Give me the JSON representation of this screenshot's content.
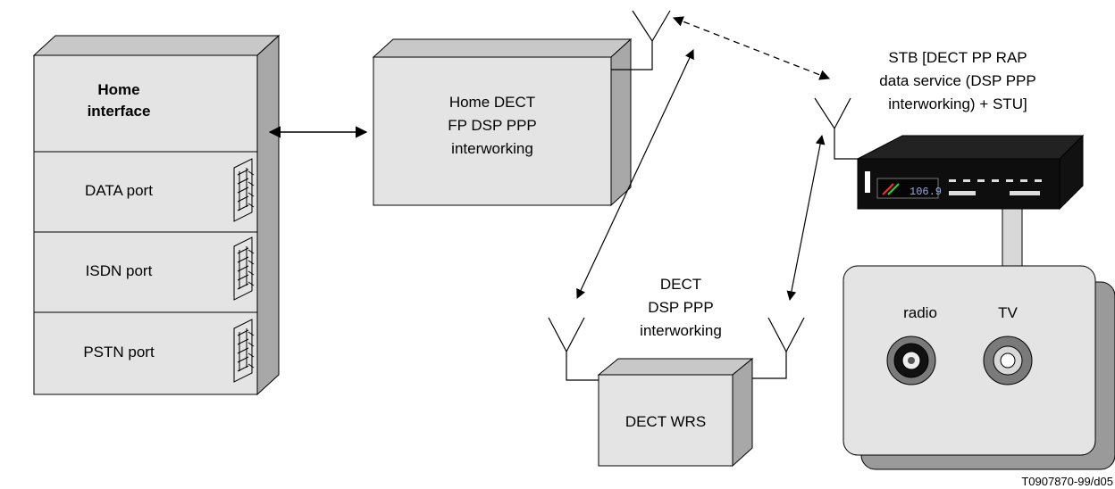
{
  "home_interface": {
    "title_line1": "Home",
    "title_line2": "interface",
    "ports": [
      "DATA port",
      "ISDN port",
      "PSTN port"
    ]
  },
  "home_dect": {
    "lines": [
      "Home DECT",
      "FP DSP PPP",
      "interworking"
    ]
  },
  "stb": {
    "lines": [
      "STB [DECT PP RAP",
      "data service (DSP PPP",
      "interworking) + STU]"
    ],
    "display": "106.9"
  },
  "wrs_caption": {
    "lines": [
      "DECT",
      "DSP PPP",
      "interworking"
    ]
  },
  "wrs_box": {
    "label": "DECT WRS"
  },
  "wall_socket": {
    "radio_label": "radio",
    "tv_label": "TV"
  },
  "figure_ref": "T0907870-99/d05",
  "colors": {
    "box_face": "#e4e4e4",
    "box_side": "#a8a8a8",
    "box_top": "#c8c8c8",
    "line": "#000000",
    "socket_shadow": "#9a9a9a"
  }
}
